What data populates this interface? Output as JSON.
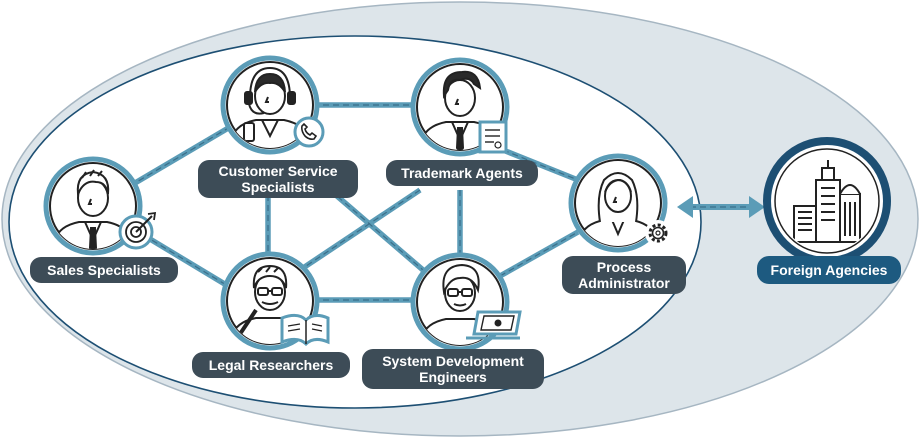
{
  "roles": [
    {
      "id": "customer-service",
      "label_lines": [
        "Customer Service",
        "Specialists"
      ],
      "icon": "headset-agent-icon",
      "badge": "phone-icon"
    },
    {
      "id": "trademark-agents",
      "label_lines": [
        "Trademark Agents"
      ],
      "icon": "agent-icon",
      "badge": "certificate-icon"
    },
    {
      "id": "sales",
      "label_lines": [
        "Sales Specialists"
      ],
      "icon": "businessman-icon",
      "badge": "target-icon"
    },
    {
      "id": "process-admin",
      "label_lines": [
        "Process",
        "Administrator"
      ],
      "icon": "woman-agent-icon",
      "badge": "gear-icon"
    },
    {
      "id": "legal",
      "label_lines": [
        "Legal Researchers"
      ],
      "icon": "researcher-icon",
      "badge": "book-icon"
    },
    {
      "id": "engineers",
      "label_lines": [
        "System Development",
        "Engineers"
      ],
      "icon": "engineer-icon",
      "badge": "laptop-icon"
    }
  ],
  "external": {
    "label": "Foreign Agencies",
    "icon": "buildings-icon"
  },
  "connector": {
    "type": "bidirectional-arrow",
    "icon": "double-arrow-icon"
  },
  "colors": {
    "outer_fill": "#dde5ea",
    "outer_stroke": "#a6b6c2",
    "inner_fill": "#ffffff",
    "inner_stroke": "#1d4f73",
    "link": "#5b9cb7",
    "node_ring": "#5b9cb7",
    "label_bg": "#3d4c57",
    "external_ring": "#1d4f73",
    "external_label_bg": "#1d5a80"
  }
}
